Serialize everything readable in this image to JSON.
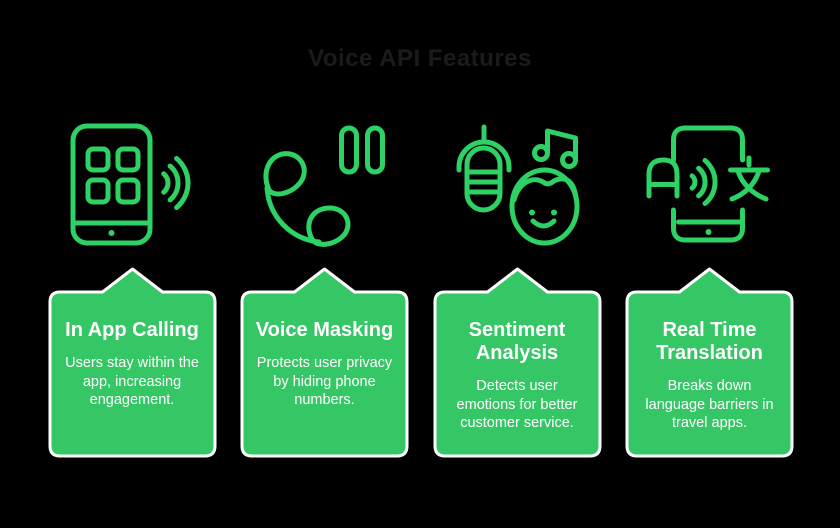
{
  "title": "Voice API Features",
  "colors": {
    "background": "#000000",
    "card_green": "#35C765",
    "icon_green": "#2ED163",
    "card_border": "#FFFFFF",
    "title_color": "#1B1B1B",
    "card_text": "#FFFFFF"
  },
  "features": [
    {
      "icon": "smartphone-sound-waves-icon",
      "title": "In App Calling",
      "description": "Users stay within the app, increasing engagement."
    },
    {
      "icon": "phone-handset-pause-icon",
      "title": "Voice Masking",
      "description": "Protects user privacy by hiding phone numbers."
    },
    {
      "icon": "microphone-face-music-icon",
      "title": "Sentiment Analysis",
      "description": "Detects user emotions for better customer service."
    },
    {
      "icon": "phone-translation-icon",
      "title": "Real Time Translation",
      "description": "Breaks down language barriers in travel apps."
    }
  ]
}
